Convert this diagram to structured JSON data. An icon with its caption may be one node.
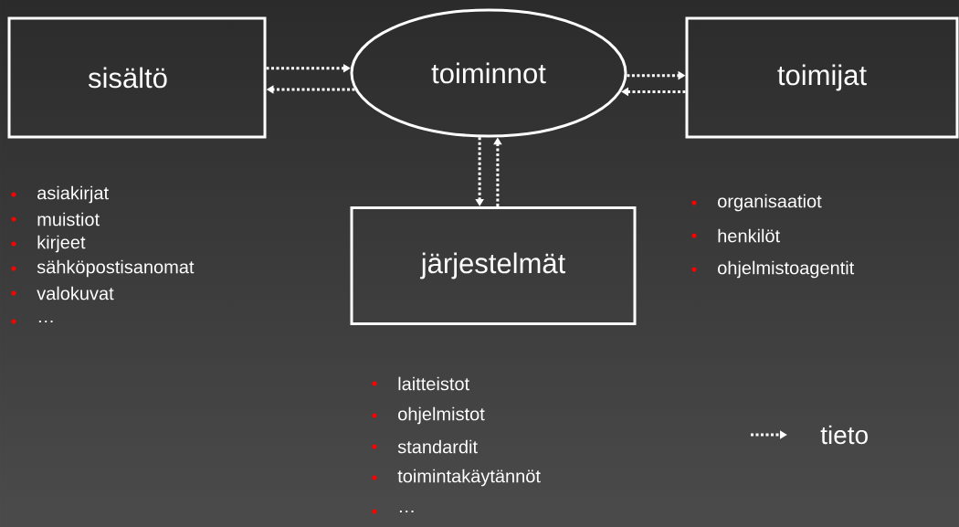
{
  "diagram": {
    "nodes": [
      {
        "text": [
          "sisältö"
        ]
      },
      {
        "text": [
          "toiminnot"
        ]
      },
      {
        "text": [
          "toimijat"
        ]
      },
      {
        "text": [
          "järjestelmät"
        ]
      }
    ],
    "edges": [
      {
        "from": 0,
        "to": 1,
        "arrow": "to"
      },
      {
        "from": 1,
        "to": 0,
        "arrow": "to"
      },
      {
        "from": 1,
        "to": 2,
        "arrow": "to"
      },
      {
        "from": 2,
        "to": 1,
        "arrow": "to"
      },
      {
        "from": 1,
        "to": 3,
        "arrow": "to"
      },
      {
        "from": 3,
        "to": 1,
        "arrow": "to"
      }
    ],
    "labels": [
      "asiakirjat",
      "muistiot",
      "kirjeet",
      "sähköpostisanomat",
      "valokuvat",
      "…",
      "organisaatiot",
      "henkilöt",
      "ohjelmistoagentit",
      "laitteistot",
      "ohjelmistot",
      "standardit",
      "toimintakäytännöt",
      "…"
    ],
    "legend": [
      {
        "text": "tieto"
      }
    ]
  }
}
